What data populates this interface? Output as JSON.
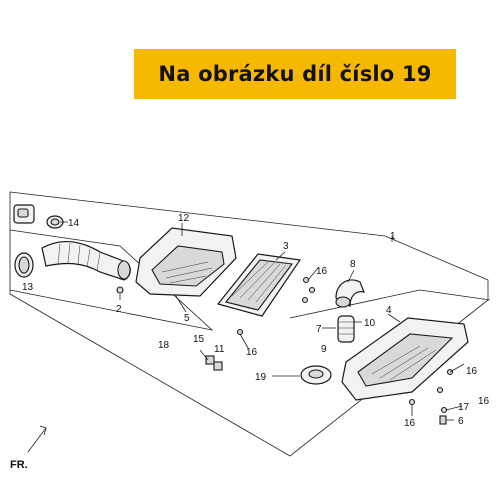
{
  "banner": {
    "text": "Na obrázku díl číslo 19",
    "color": "#f6b900"
  },
  "orientation_label": "FR.",
  "callouts": {
    "c1": "1",
    "c2": "2",
    "c3": "3",
    "c4": "4",
    "c5": "5",
    "c6": "6",
    "c7": "7",
    "c8": "8",
    "c9": "9",
    "c10": "10",
    "c11": "11",
    "c12": "12",
    "c13": "13",
    "c14": "14",
    "c15": "15",
    "c16a": "16",
    "c16b": "16",
    "c16c": "16",
    "c16d": "16",
    "c16e": "16",
    "c17": "17",
    "c18": "18",
    "c19": "19"
  }
}
